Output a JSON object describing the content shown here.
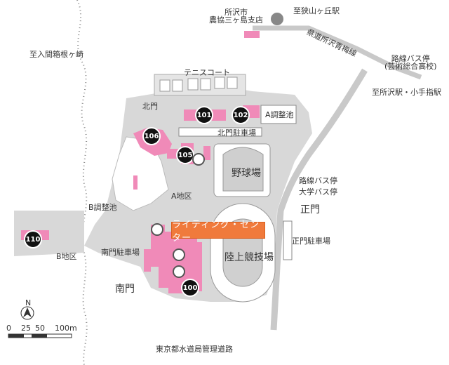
{
  "map": {
    "labels": {
      "tokorozawa_nokyo": "所沢市\n農協三ヶ島支店",
      "to_sayamagaoka": "至狭山ヶ丘駅",
      "prefectural_road": "県道所沢青梅線",
      "to_iruma_kabaneosaki": "至入間箱根ヶ崎",
      "route_bus_stop": "路線バス停\n(芸術総合高校)",
      "to_tokorozawa": "至所沢駅・小手指駅",
      "tennis_court": "テニスコート",
      "north_gate": "北門",
      "a_pond": "A調整池",
      "north_parking": "北門駐車場",
      "baseball": "野球場",
      "bus_stop_route": "路線バス停",
      "bus_stop_univ": "大学バス停",
      "main_gate": "正門",
      "main_gate_parking": "正門駐車場",
      "a_area": "A地区",
      "b_pond": "B調整池",
      "south_parking": "南門駐車場",
      "b_area": "B地区",
      "south_gate": "南門",
      "stadium": "陸上競技場",
      "waterworks_road": "東京都水道局管理道路",
      "writing_center": "ライティング・センター"
    },
    "buildings": [
      "101",
      "102",
      "106",
      "105",
      "110",
      "100"
    ],
    "scale": {
      "north": "N",
      "ticks": [
        "0",
        "25",
        "50",
        "100m"
      ]
    },
    "icons": [
      "library-icon",
      "food-icon",
      "cafe-icon",
      "sports-icon",
      "post-office-icon"
    ]
  }
}
